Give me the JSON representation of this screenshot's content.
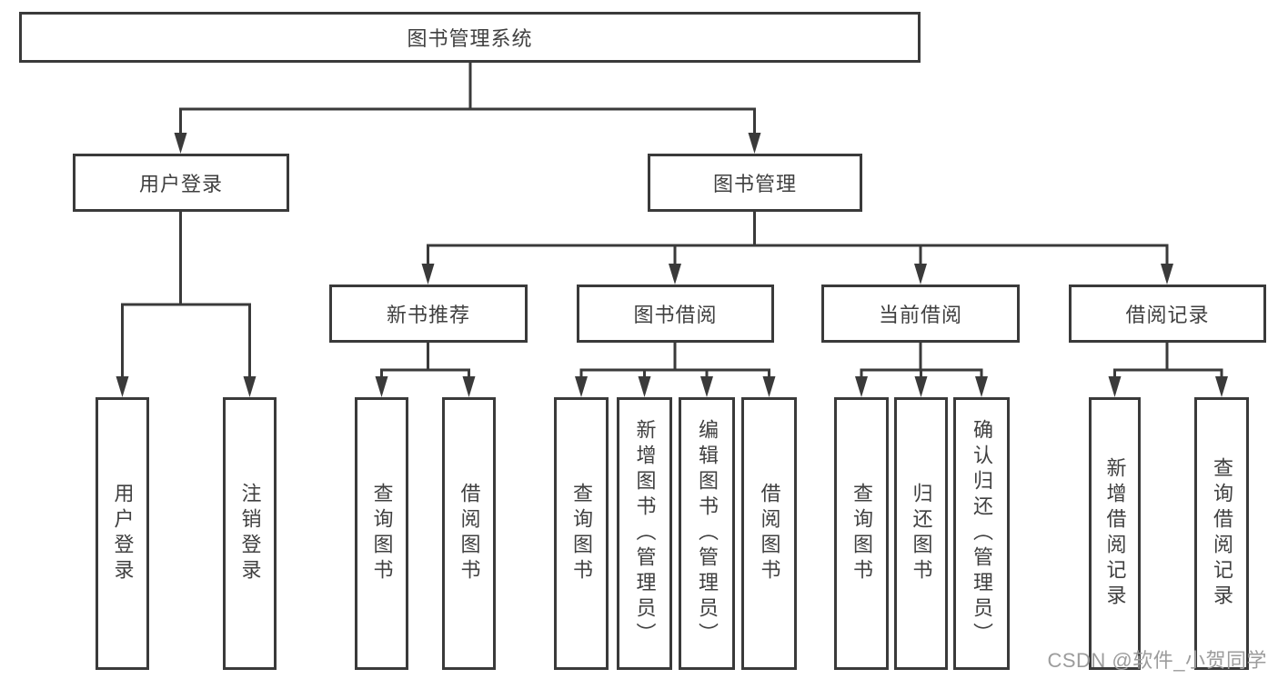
{
  "colors": {
    "line": "#3a3a3a",
    "box_border": "#3a3a3a",
    "text": "#404040",
    "background": "#ffffff",
    "watermark": "#9c9c9c"
  },
  "watermark": "CSDN @软件_小贺同学",
  "tree": {
    "label": "图书管理系统",
    "children": [
      {
        "label": "用户登录",
        "children": [
          {
            "label": "用户登录"
          },
          {
            "label": "注销登录"
          }
        ]
      },
      {
        "label": "图书管理",
        "children": [
          {
            "label": "新书推荐",
            "children": [
              {
                "label": "查询图书"
              },
              {
                "label": "借阅图书"
              }
            ]
          },
          {
            "label": "图书借阅",
            "children": [
              {
                "label": "查询图书"
              },
              {
                "label": "新增图书（管理员）"
              },
              {
                "label": "编辑图书（管理员）"
              },
              {
                "label": "借阅图书"
              }
            ]
          },
          {
            "label": "当前借阅",
            "children": [
              {
                "label": "查询图书"
              },
              {
                "label": "归还图书"
              },
              {
                "label": "确认归还（管理员）"
              }
            ]
          },
          {
            "label": "借阅记录",
            "children": [
              {
                "label": "新增借阅记录"
              },
              {
                "label": "查询借阅记录"
              }
            ]
          }
        ]
      }
    ]
  }
}
